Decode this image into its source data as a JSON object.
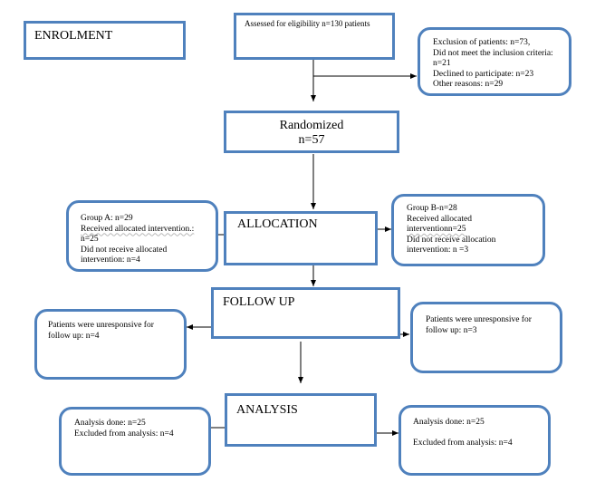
{
  "colors": {
    "box_border": "#4f81bd",
    "arrow": "#000000"
  },
  "enrolment": {
    "label": "ENROLMENT"
  },
  "assessed": {
    "text": "Assessed for eligibility n=130 patients"
  },
  "exclusion": {
    "lines": [
      "Exclusion of patients: n=73,",
      "Did not meet the inclusion criteria:",
      "n=21",
      "Declined to participate: n=23",
      "Other reasons: n=29"
    ]
  },
  "randomized": {
    "title": "Randomized",
    "count": "n=57"
  },
  "allocation": {
    "label": "ALLOCATION"
  },
  "group_a": {
    "lines": [
      "Group A: n=29",
      "Received allocated intervention.:",
      "n=25",
      "Did not receive allocated",
      "intervention: n=4"
    ]
  },
  "group_b": {
    "lines": [
      "Group B-n=28",
      "Received allocated",
      "interventionn=25",
      "Did not receive allocation",
      "intervention: n =3"
    ]
  },
  "follow_up": {
    "label": "FOLLOW UP"
  },
  "follow_a": {
    "lines": [
      "Patients were unresponsive for",
      "follow up: n=4"
    ]
  },
  "follow_b": {
    "lines": [
      "Patients were unresponsive for",
      "follow up: n=3"
    ]
  },
  "analysis": {
    "label": "ANALYSIS"
  },
  "analysis_a": {
    "lines": [
      "Analysis done:  n=25",
      "Excluded from analysis: n=4"
    ]
  },
  "analysis_b": {
    "lines": [
      "Analysis done:  n=25",
      "",
      "Excluded from analysis: n=4"
    ]
  }
}
